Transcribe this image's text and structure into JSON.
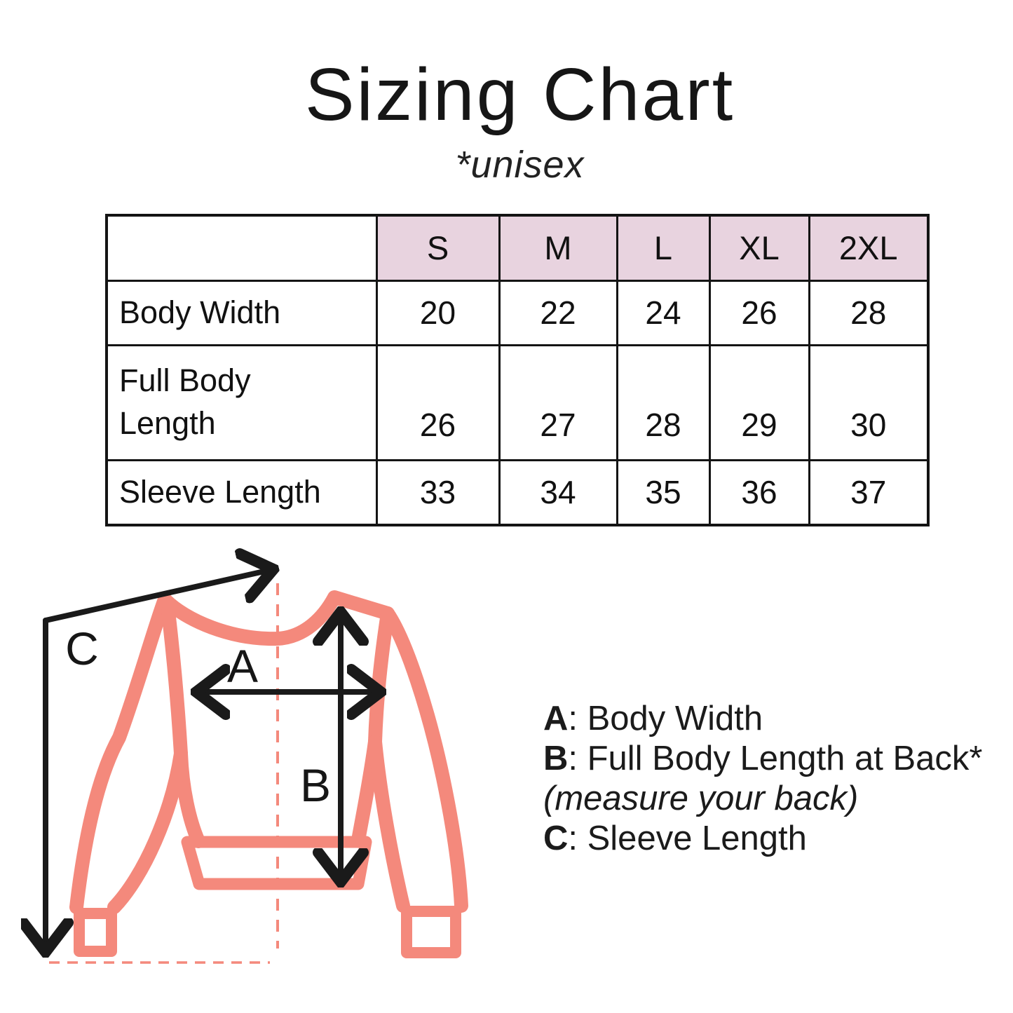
{
  "title": "Sizing Chart",
  "subtitle": "*unisex",
  "colors": {
    "accent": "#F4897C",
    "table_header_bg": "#E8D3DF",
    "ink": "#1A1A1A"
  },
  "size_table": {
    "corner_label": "",
    "columns": [
      "S",
      "M",
      "L",
      "XL",
      "2XL"
    ],
    "rows": [
      {
        "label": "Body Width",
        "values": [
          "20",
          "22",
          "24",
          "26",
          "28"
        ]
      },
      {
        "label": "Full Body Length",
        "values": [
          "26",
          "27",
          "28",
          "29",
          "30"
        ]
      },
      {
        "label": "Sleeve Length",
        "values": [
          "33",
          "34",
          "35",
          "36",
          "37"
        ]
      }
    ]
  },
  "diagram": {
    "labels": {
      "a": "A",
      "b": "B",
      "c": "C"
    }
  },
  "legend": [
    {
      "key": "A",
      "text": ": Body Width"
    },
    {
      "key": "B",
      "text": ": Full Body Length at Back*"
    },
    {
      "key": "",
      "text": "(measure your back)"
    },
    {
      "key": "C",
      "text": ": Sleeve Length"
    }
  ]
}
